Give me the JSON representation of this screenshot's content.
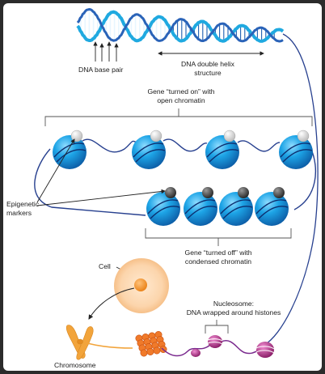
{
  "labels": {
    "dna_base_pair": "DNA base pair",
    "double_helix_line1": "DNA double helix",
    "double_helix_line2": "structure",
    "gene_on_line1": "Gene “turned on” with",
    "gene_on_line2": "open chromatin",
    "epigenetic_line1": "Epigenetic",
    "epigenetic_line2": "markers",
    "gene_off_line1": "Gene “turned off” with",
    "gene_off_line2": "condensed chromatin",
    "cell": "Cell",
    "nucleosome_line1": "Nucleosome:",
    "nucleosome_line2": "DNA wrapped around histones",
    "chromosome": "Chromosome"
  },
  "colors": {
    "histone_blue": "#1da4e6",
    "dna_strand": "#27408f",
    "helix_cyan": "#1fa9e0",
    "marker_on": "#d9d9d9",
    "marker_off": "#444444",
    "cell_outer": "#fbd3a8",
    "cell_nucleus": "#f39330",
    "chromosome": "#f2a43b",
    "nucleosome_purple": "#b32f86",
    "leader": "#222222"
  },
  "icons": {
    "histone": "blue-sphere-icon",
    "epigenetic_marker": "gray-ball-icon",
    "cell": "cell-icon",
    "chromosome": "x-chromosome-icon",
    "nucleosome": "purple-bead-icon"
  }
}
